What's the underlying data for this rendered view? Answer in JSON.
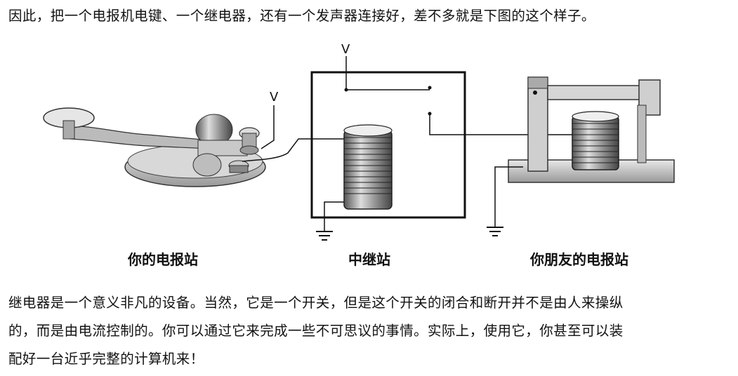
{
  "intro_text": "因此，把一个电报机电键、一个继电器，还有一个发声器连接好，差不多就是下图的这个样子。",
  "figure": {
    "labels": {
      "voltage_key": "V",
      "voltage_relay": "V"
    },
    "captions": {
      "left": "你的电报站",
      "middle": "中继站",
      "right": "你朋友的电报站"
    }
  },
  "body_lines": [
    "继电器是一个意义非凡的设备。当然，它是一个开关，但是这个开关的闭合和断开并不是由人来操纵",
    "的，而是由电流控制的。你可以通过它来完成一些不可思议的事情。实际上，使用它，你甚至可以装",
    "配好一台近乎完整的计算机来！"
  ]
}
